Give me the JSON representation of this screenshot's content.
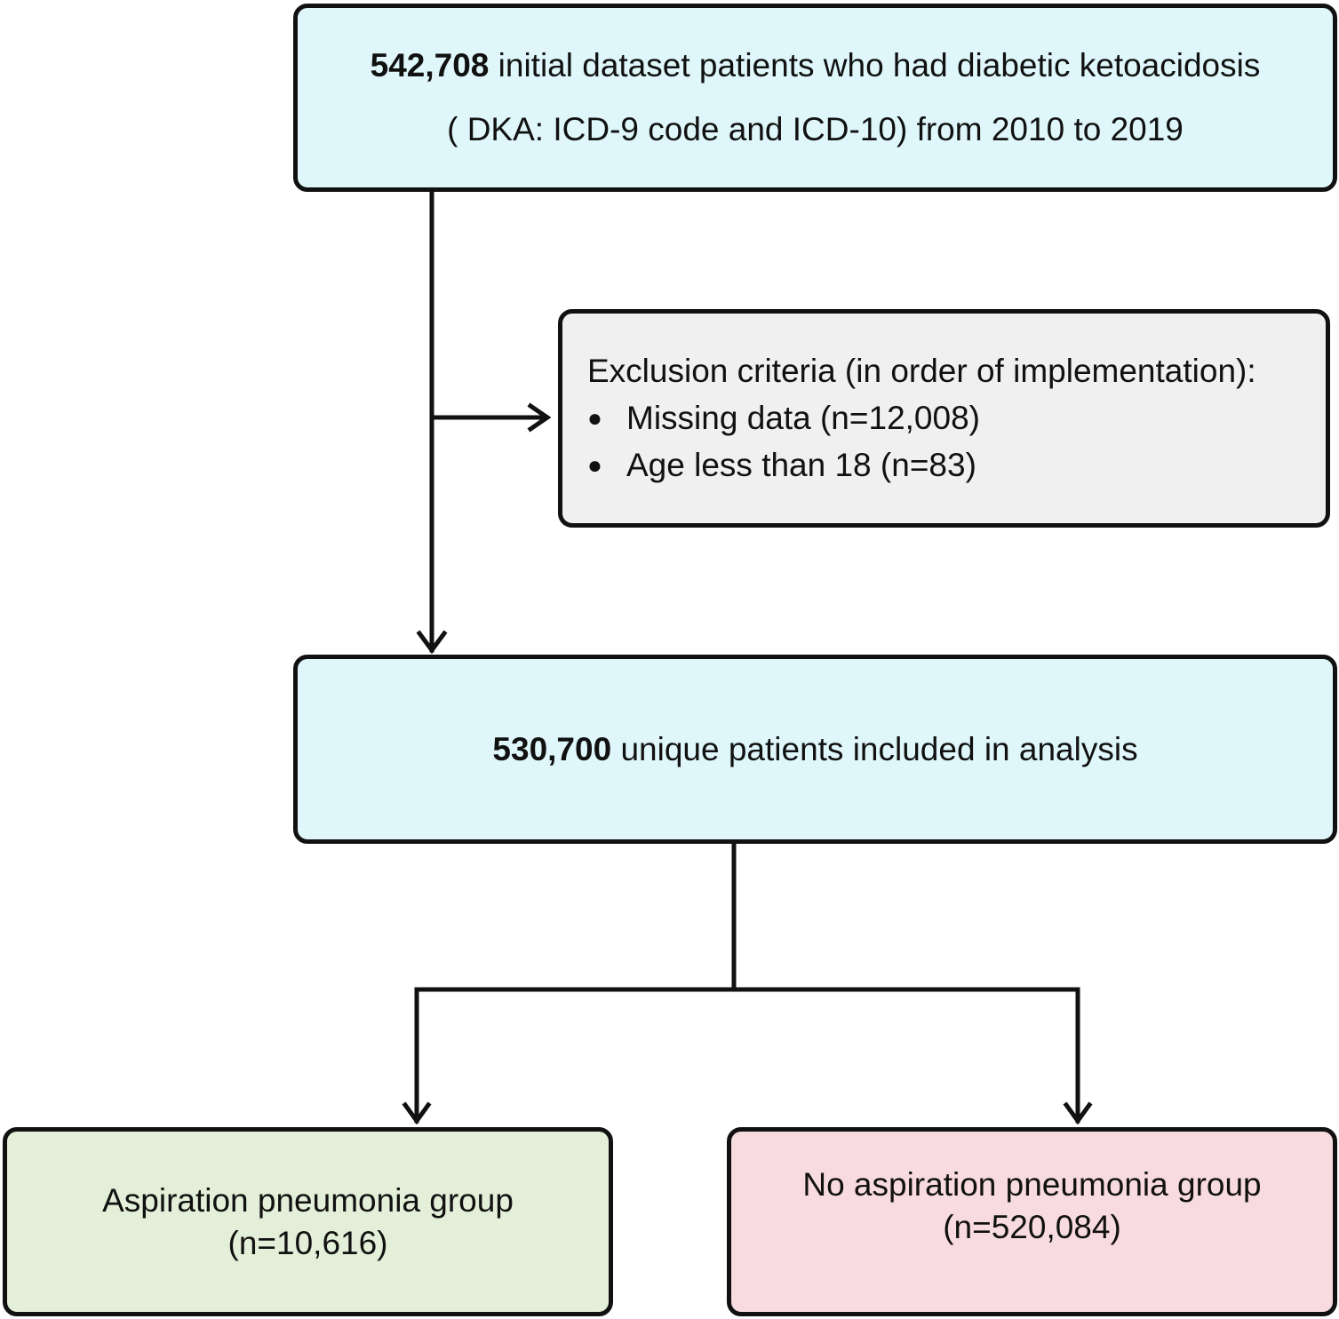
{
  "initial_box": {
    "count": "542,708",
    "line1_rest": "initial dataset patients who had diabetic ketoacidosis",
    "line2": "( DKA: ICD-9 code and ICD-10) from 2010 to 2019"
  },
  "exclusion_box": {
    "heading": "Exclusion criteria (in order of implementation):",
    "items": [
      {
        "bullet": "●",
        "text": "Missing data (n=12,008)"
      },
      {
        "bullet": "●",
        "text": "Age less than 18 (n=83)"
      }
    ]
  },
  "included_box": {
    "count": "530,700",
    "rest": "unique patients included in analysis"
  },
  "aspiration_box": {
    "line1": "Aspiration pneumonia group",
    "line2": "(n=10,616)"
  },
  "no_aspiration_box": {
    "line1": "No aspiration pneumonia group",
    "line2": "(n=520,084)"
  },
  "colors": {
    "cohort_box": "#dff7fb",
    "exclusion_box": "#f0f0f0",
    "aspiration_box": "#e3efd8",
    "no_aspiration_box": "#f8dbe1",
    "line": "#111111"
  }
}
